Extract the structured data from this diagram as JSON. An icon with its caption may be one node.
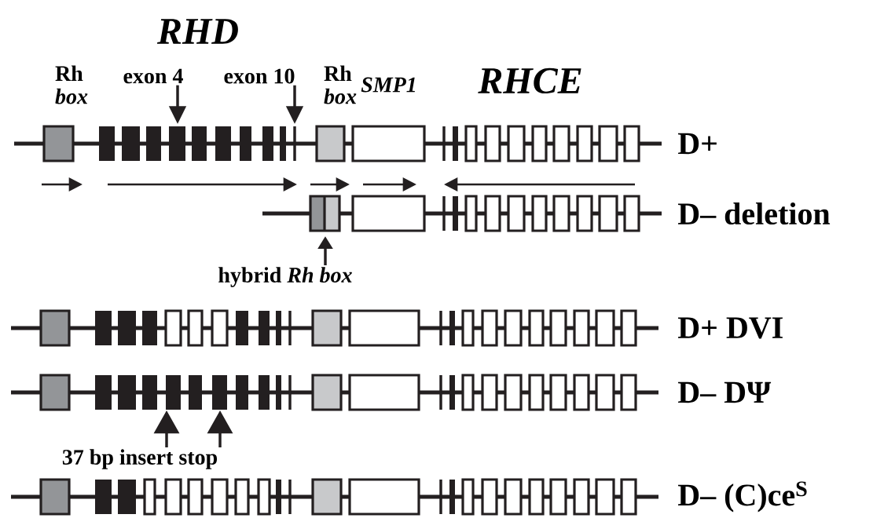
{
  "diagram": {
    "nodes": [
      {
        "text": [
          "exon 4"
        ]
      },
      {
        "text": [
          "exon 10"
        ]
      },
      {
        "text": [
          "hybrid *Rh box*"
        ]
      },
      {
        "text": [
          "37 bp insert stop"
        ]
      }
    ],
    "edges": [
      {
        "from": 0,
        "to": null,
        "arrow": "to"
      },
      {
        "from": 1,
        "to": null,
        "arrow": "to"
      },
      {
        "from": 2,
        "to": null,
        "arrow": "to"
      },
      {
        "from": 3,
        "to": null,
        "arrow": "to"
      },
      {
        "from": 3,
        "to": null,
        "arrow": "to"
      }
    ],
    "labels": [
      "RHD",
      "Rh *box*",
      "Rh *box*",
      "SMP1",
      "RHCE",
      "D+",
      "D– deletion",
      "D+ DVI",
      "D– DΨ",
      "D– (C)ce$^{S}$"
    ]
  }
}
